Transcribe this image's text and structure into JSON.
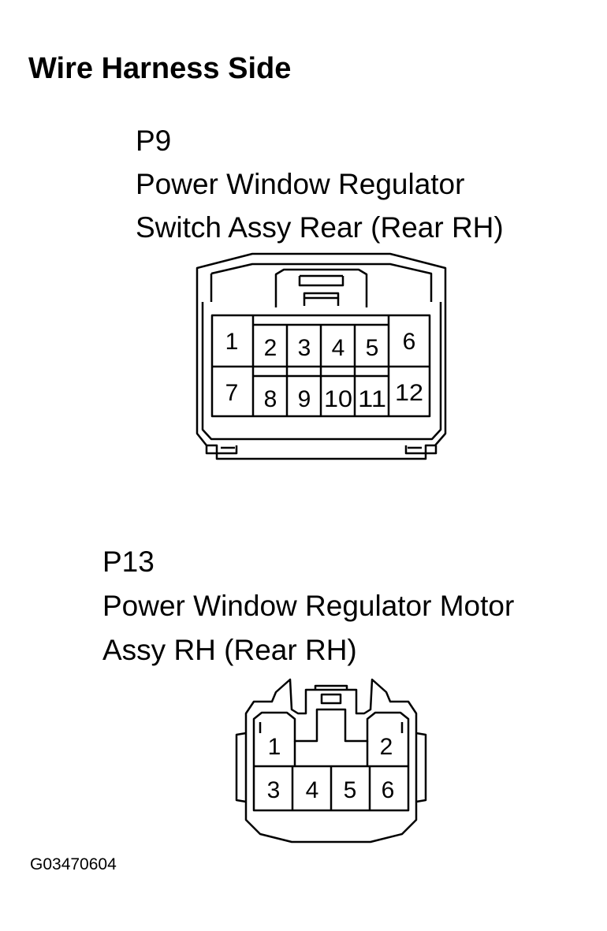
{
  "page_title": "Wire Harness Side",
  "connectors": [
    {
      "id": "P9",
      "name_line1": "Power Window Regulator",
      "name_line2": "Switch Assy Rear (Rear RH)",
      "pins": [
        "1",
        "2",
        "3",
        "4",
        "5",
        "6",
        "7",
        "8",
        "9",
        "10",
        "11",
        "12"
      ]
    },
    {
      "id": "P13",
      "name_line1": "Power Window Regulator Motor",
      "name_line2": "Assy RH (Rear RH)",
      "pins": [
        "1",
        "2",
        "3",
        "4",
        "5",
        "6"
      ]
    }
  ],
  "figure_code": "G03470604"
}
